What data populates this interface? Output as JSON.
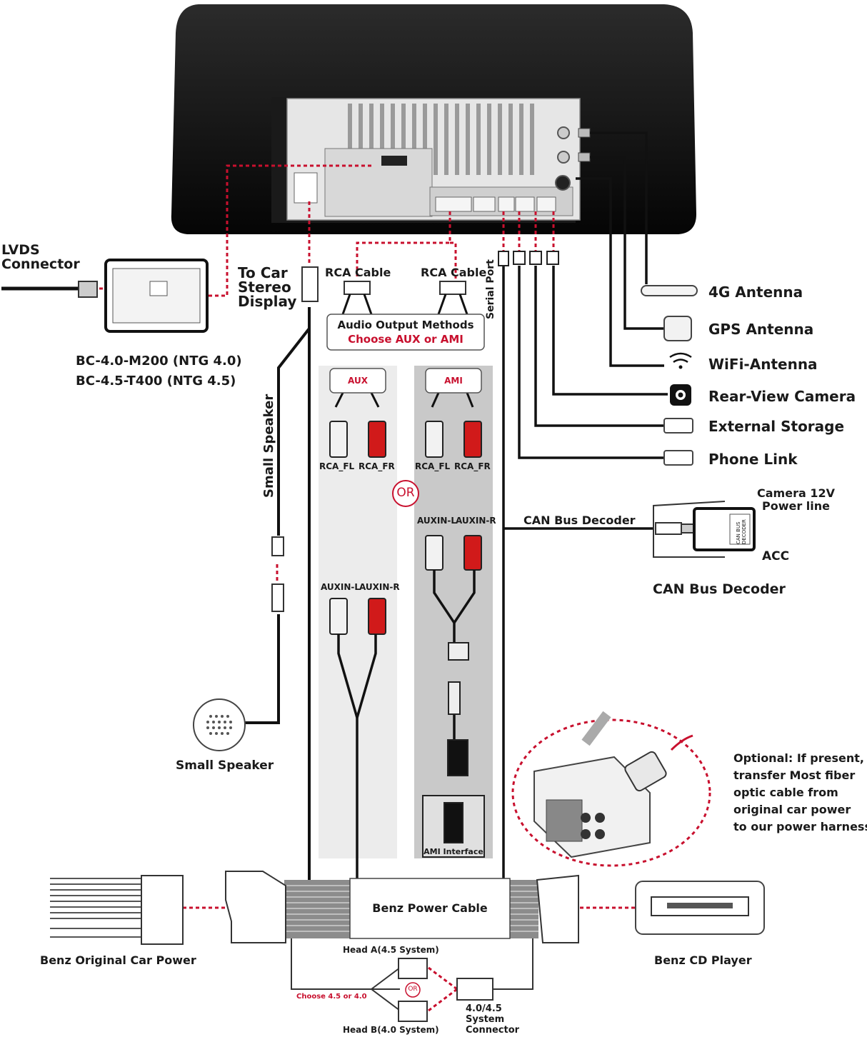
{
  "labels": {
    "lvds_connector": [
      "LVDS",
      "Connector"
    ],
    "to_car_stereo_display": [
      "To Car",
      "Stereo",
      "Display"
    ],
    "model_ntg40": "BC-4.0-M200 (NTG 4.0)",
    "model_ntg45": "BC-4.5-T400 (NTG 4.5)",
    "rca_cable_left": "RCA Cable",
    "rca_cable_right": "RCA Cable",
    "serial_port": "Serial Port",
    "audio_output_methods": "Audio Output Methods",
    "choose_aux_or_ami": "Choose AUX or AMI",
    "aux": "AUX",
    "ami": "AMI",
    "or": "OR",
    "rca_fl_aux": "RCA_FL",
    "rca_fr_aux": "RCA_FR",
    "rca_fl_ami": "RCA_FL",
    "rca_fr_ami": "RCA_FR",
    "auxin_l_ami": "AUXIN-L",
    "auxin_r_ami": "AUXIN-R",
    "auxin_l_aux": "AUXIN-L",
    "auxin_r_aux": "AUXIN-R",
    "ami_interface": "AMI Interface",
    "small_speaker_vertical": "Small Speaker",
    "small_speaker": "Small Speaker",
    "antenna_4g": "4G Antenna",
    "gps_antenna": "GPS Antenna",
    "wifi_antenna": "WiFi-Antenna",
    "rear_view_camera": "Rear-View Camera",
    "external_storage": "External Storage",
    "phone_link": "Phone Link",
    "camera_12v": [
      "Camera 12V",
      "Power line"
    ],
    "acc": "ACC",
    "can_bus_decoder_line": "CAN Bus Decoder",
    "can_bus_decoder": "CAN Bus Decoder",
    "can_bus_box": [
      "CAN BUS",
      "DECODER"
    ],
    "optional_note": [
      "Optional: If present,",
      "transfer Most fiber",
      "optic cable from",
      "original car power",
      "to our power harness"
    ],
    "benz_power_cable": "Benz Power Cable",
    "benz_original_car_power": "Benz Original Car Power",
    "benz_cd_player": "Benz CD Player",
    "head_a": "Head A(4.5 System)",
    "head_b": "Head B(4.0 System)",
    "choose_45_or_40": "Choose 4.5 or 4.0",
    "or_small": "OR",
    "system_connector": [
      "4.0/4.5",
      "System",
      "Connector"
    ]
  },
  "colors": {
    "wire": "#111111",
    "dashed": "#c8102e",
    "panel": "#e9e9e9",
    "panel_dark": "#c9c9c9",
    "plug_red": "#d11a1a",
    "plug_white": "#f2f2f2"
  }
}
